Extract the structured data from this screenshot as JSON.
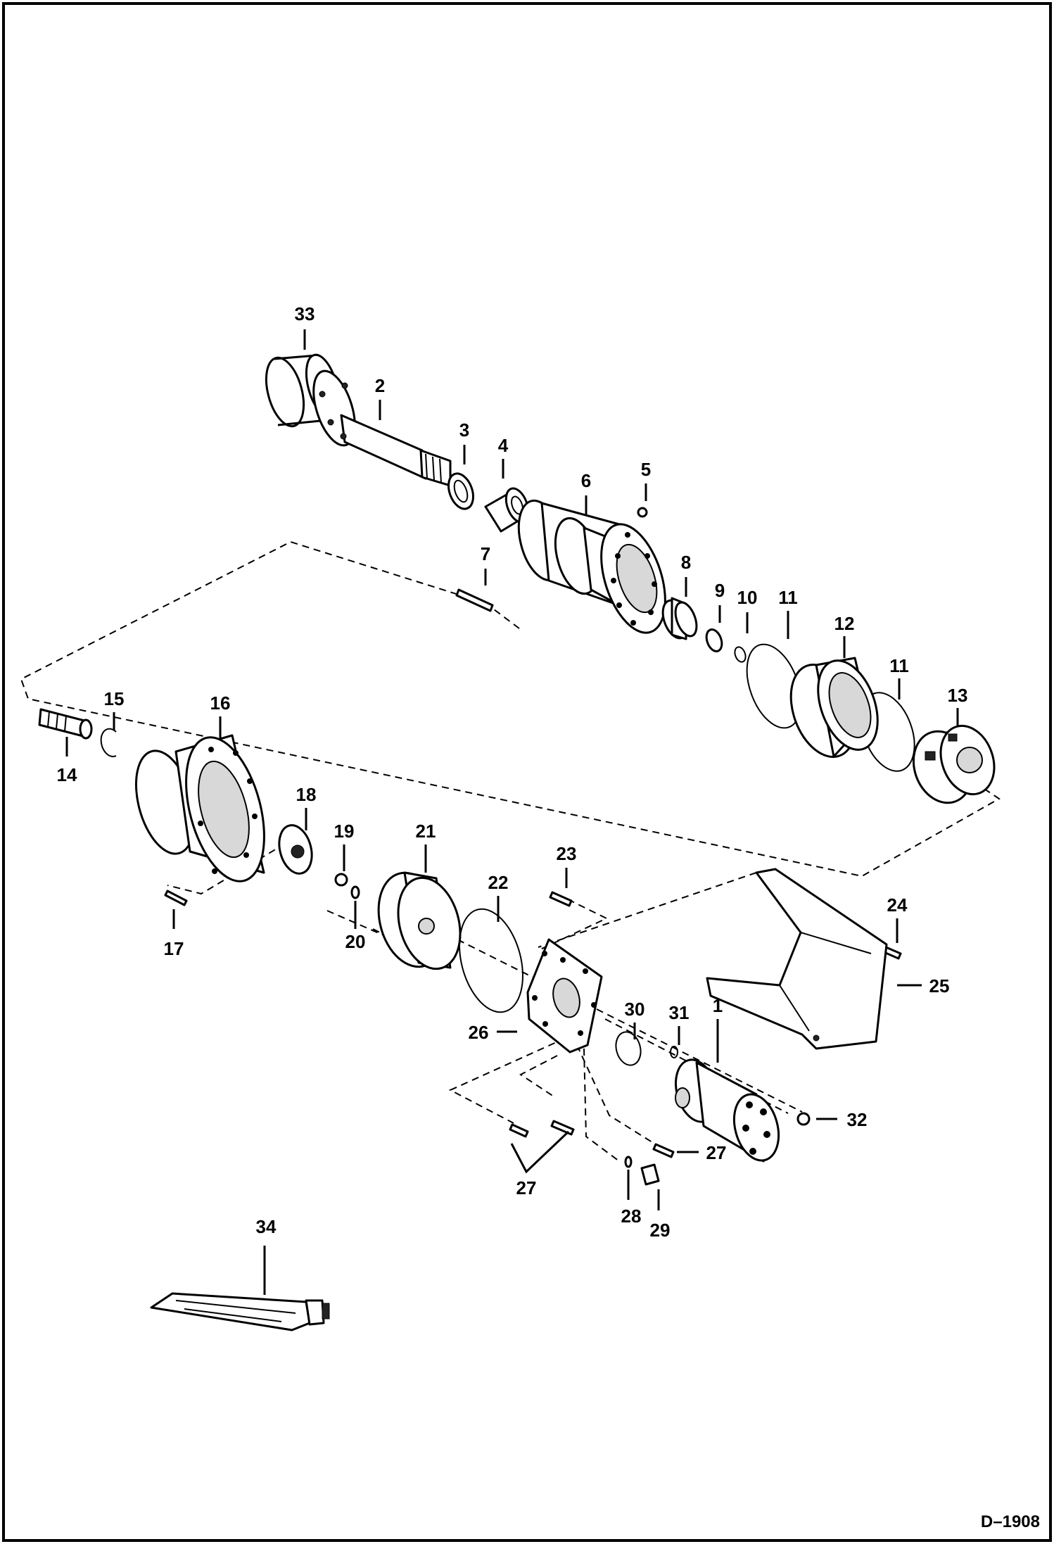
{
  "drawing_number": "D–1908",
  "callouts": {
    "p1": "1",
    "p2": "2",
    "p3": "3",
    "p4": "4",
    "p5": "5",
    "p6": "6",
    "p7": "7",
    "p8": "8",
    "p9": "9",
    "p10": "10",
    "p11a": "11",
    "p11b": "11",
    "p12": "12",
    "p13": "13",
    "p14": "14",
    "p15": "15",
    "p16": "16",
    "p17": "17",
    "p18": "18",
    "p19": "19",
    "p20": "20",
    "p21": "21",
    "p22": "22",
    "p23": "23",
    "p24": "24",
    "p25": "25",
    "p26": "26",
    "p27a": "27",
    "p27b": "27",
    "p28": "28",
    "p29": "29",
    "p30": "30",
    "p31": "31",
    "p32": "32",
    "p33": "33",
    "p34": "34"
  }
}
